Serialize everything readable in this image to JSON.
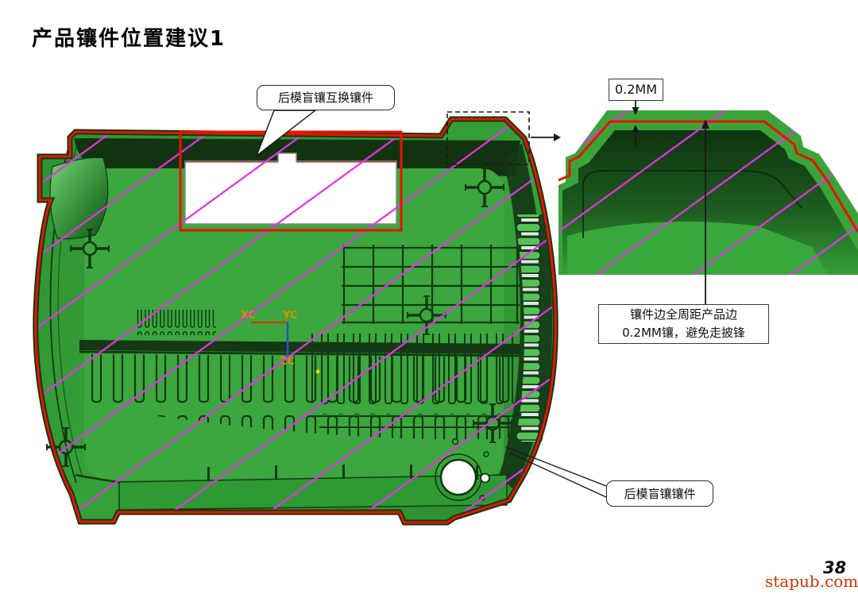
{
  "slide": {
    "title": "产品镶件位置建议1",
    "page_number": "38",
    "watermark": "stapub.com"
  },
  "annotations": {
    "interchangeable_insert_callout": "后模盲镶互换镶件",
    "dimension_label": "0.2MM",
    "note_line1": "镶件边全周距产品边",
    "note_line2": "0.2MM镶，避免走披锋",
    "blind_insert_callout": "后模盲镶镶件"
  },
  "axes": {
    "x": "XC",
    "y": "YC",
    "z": "ZC"
  },
  "colors": {
    "model_green": "#339b35",
    "floor_green": "#3ba73e",
    "dark_green": "#12330f",
    "insert_outline_red": "#e81400",
    "hatch_magenta": "#e92fe9",
    "vent_tab_green": "#55c255",
    "axis_orange": "#e08a00",
    "axis_blue": "#2255cc",
    "watermark_color": "#cc3300"
  }
}
